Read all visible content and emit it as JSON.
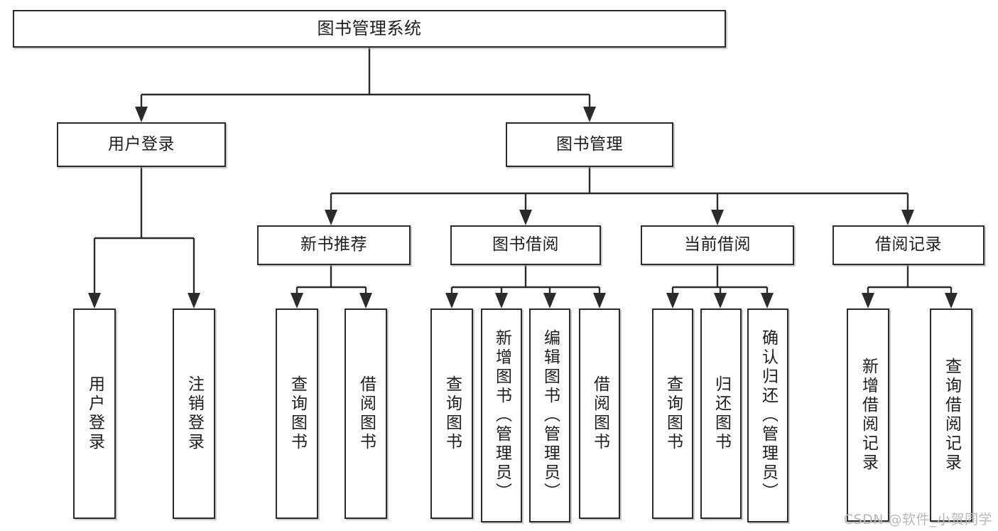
{
  "diagram": {
    "title": "图书管理系统",
    "type": "tree",
    "root": {
      "id": "root",
      "label": "图书管理系统"
    },
    "level2": [
      {
        "id": "user-login",
        "label": "用户登录"
      },
      {
        "id": "book-manage",
        "label": "图书管理"
      }
    ],
    "level3": [
      {
        "id": "new-book-rec",
        "label": "新书推荐",
        "parent": "book-manage"
      },
      {
        "id": "book-borrow",
        "label": "图书借阅",
        "parent": "book-manage"
      },
      {
        "id": "current-borrow",
        "label": "当前借阅",
        "parent": "book-manage"
      },
      {
        "id": "borrow-record",
        "label": "借阅记录",
        "parent": "book-manage"
      }
    ],
    "leaves": [
      {
        "id": "leaf-user-login",
        "label": "用户登录",
        "parent": "user-login"
      },
      {
        "id": "leaf-logout",
        "label": "注销登录",
        "parent": "user-login"
      },
      {
        "id": "leaf-query-book-1",
        "label": "查询图书",
        "parent": "new-book-rec"
      },
      {
        "id": "leaf-borrow-book-1",
        "label": "借阅图书",
        "parent": "new-book-rec"
      },
      {
        "id": "leaf-query-book-2",
        "label": "查询图书",
        "parent": "book-borrow"
      },
      {
        "id": "leaf-add-book",
        "label": "新增图书（管理员）",
        "parent": "book-borrow"
      },
      {
        "id": "leaf-edit-book",
        "label": "编辑图书（管理员）",
        "parent": "book-borrow"
      },
      {
        "id": "leaf-borrow-book-2",
        "label": "借阅图书",
        "parent": "book-borrow"
      },
      {
        "id": "leaf-query-book-3",
        "label": "查询图书",
        "parent": "current-borrow"
      },
      {
        "id": "leaf-return-book",
        "label": "归还图书",
        "parent": "current-borrow"
      },
      {
        "id": "leaf-confirm-return",
        "label": "确认归还（管理员）",
        "parent": "current-borrow"
      },
      {
        "id": "leaf-add-record",
        "label": "新增借阅记录",
        "parent": "borrow-record"
      },
      {
        "id": "leaf-query-record",
        "label": "查询借阅记录",
        "parent": "borrow-record"
      }
    ]
  },
  "watermark": {
    "text": "CSDN @软件_小贺同学"
  },
  "colors": {
    "stroke": "#2b2b2b",
    "background": "#ffffff",
    "text": "#1d1d1d",
    "watermark": "#b8b8b8"
  }
}
